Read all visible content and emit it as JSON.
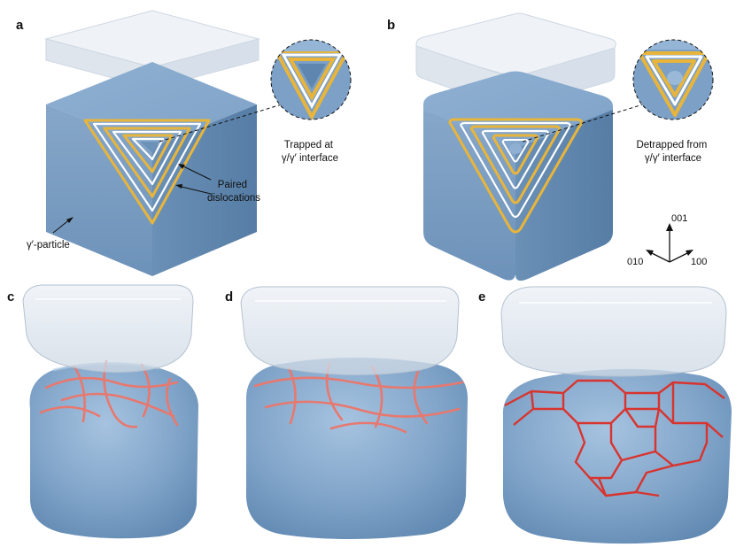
{
  "panels": {
    "a": {
      "letter": "a",
      "callout": [
        "Trapped at",
        "γ/γ′ interface"
      ],
      "paired": [
        "Paired",
        "dislocations"
      ],
      "particle": "γ′-particle"
    },
    "b": {
      "letter": "b",
      "callout": [
        "Detrapped from",
        "γ/γ′ interface"
      ]
    },
    "c": {
      "letter": "c"
    },
    "d": {
      "letter": "d"
    },
    "e": {
      "letter": "e"
    }
  },
  "axes": {
    "up": "001",
    "left": "010",
    "right": "100"
  },
  "colors": {
    "particle_front": "#7c9ec2",
    "particle_side": "#5f86ae",
    "particle_top": "#9ab9d8",
    "shell": "#dfe6ef",
    "gold": "#e8b53a",
    "white_line": "#ffffff",
    "dislocation": "#e8786e",
    "network": "#d8342f"
  }
}
